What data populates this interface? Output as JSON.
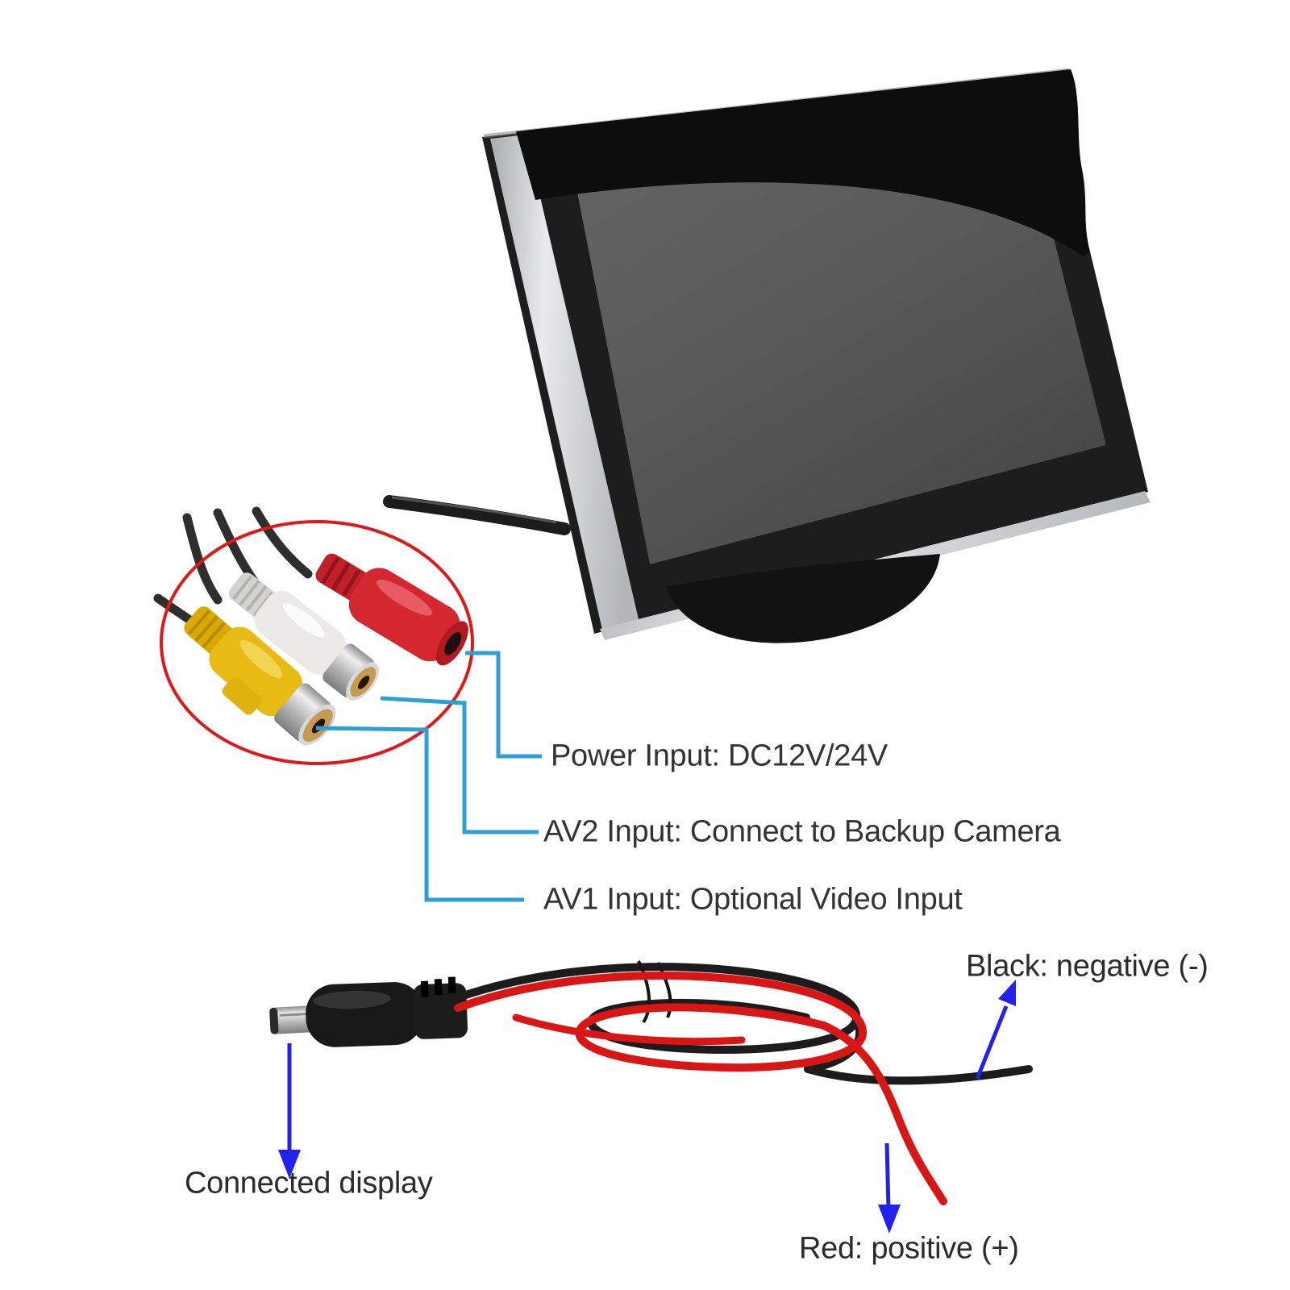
{
  "callouts": {
    "power": {
      "label": "Power Input: DC12V/24V"
    },
    "av2": {
      "label": "AV2 Input: Connect to Backup Camera"
    },
    "av1": {
      "label": "AV1 Input: Optional Video Input"
    }
  },
  "wire_labels": {
    "black": {
      "label": "Black: negative (-)"
    },
    "red": {
      "label": "Red: positive (+)"
    },
    "plug": {
      "label": "Connected display"
    }
  },
  "colors": {
    "background": "#ffffff",
    "callout_line": "#2d9fd8",
    "arrow_blue": "#2222ee",
    "highlight_circle_red": "#e01818",
    "wire_red": "#d81616",
    "wire_black": "#1c1c1c",
    "label_text": "#333333",
    "monitor_body_black": "#1d1d1d",
    "monitor_visor_black": "#0d0d0d",
    "screen_gray": "#575757",
    "silver_trim": "#c9cccf",
    "connector_yellow": "#e7bb13",
    "connector_white": "#eceae6",
    "connector_red": "#d42730",
    "metal_silver": "#c2c2c2",
    "rca_gold": "#c59a52"
  }
}
